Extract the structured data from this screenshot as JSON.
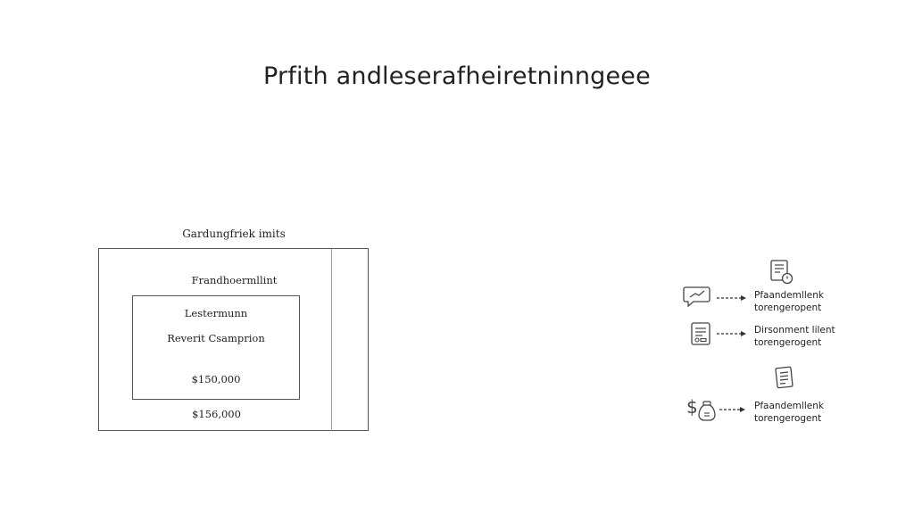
{
  "title": "Prfith andleserafheiretninngeee",
  "left_diagram": {
    "outer_label": "Gardungfriek imits",
    "outer_box_label": "Frandhoermllint",
    "inner_box": {
      "line1": "Lestermunn",
      "line2": "Reverit Csamprion",
      "amount": "$150,000"
    },
    "outer_amount": "$156,000"
  },
  "right_flow": [
    {
      "icon": "chat-bubble-icon",
      "line1": "Pfaandemllenk",
      "line2": "torengeropent",
      "top_icon": "document-badge-icon"
    },
    {
      "icon": "form-document-icon",
      "line1": "Dirsonment lilent",
      "line2": "torengerogent"
    },
    {
      "icon": "dollar-bag-icon",
      "line1": "Pfaandemllenk",
      "line2": "torengerogent",
      "top_icon": "document-list-icon"
    }
  ]
}
